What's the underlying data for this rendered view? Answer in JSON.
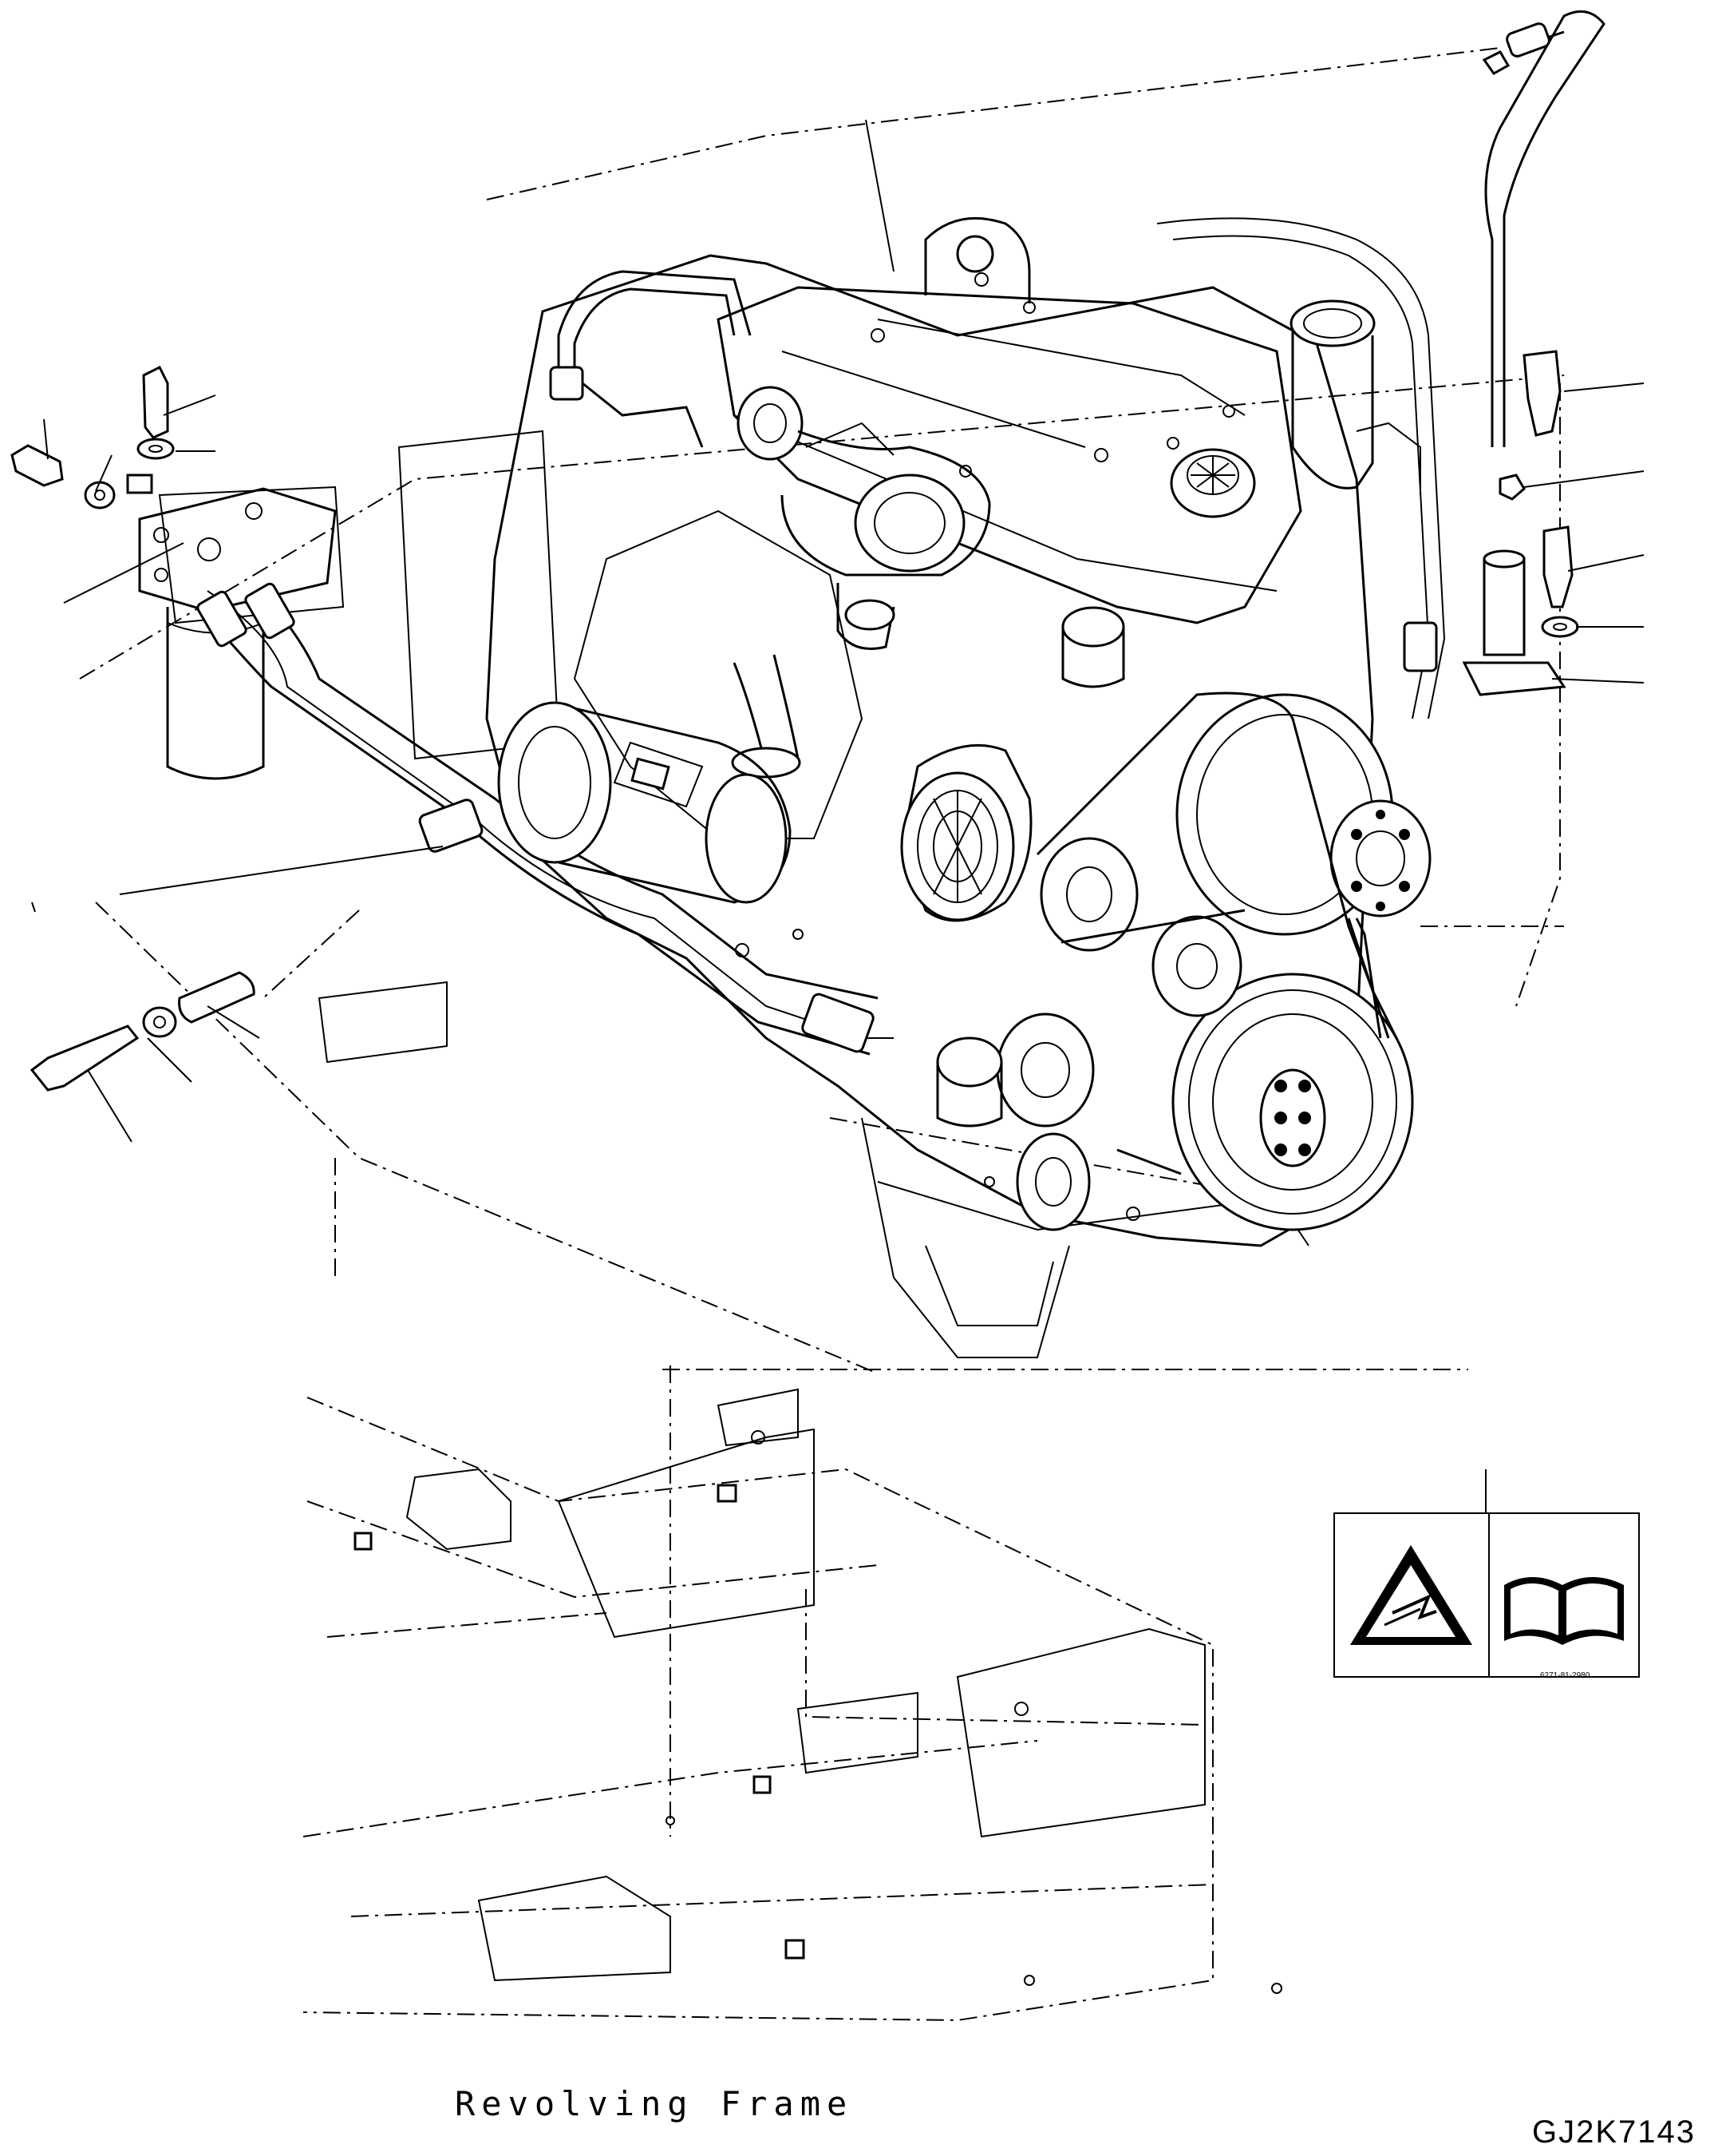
{
  "diagram": {
    "frame_caption": "Revolving Frame",
    "figure_code": "GJ2K7143",
    "decal": {
      "part_number": "6271-81-2980",
      "left_symbol": "warning-triangle-icon",
      "right_symbol": "manual-book-icon"
    },
    "colors": {
      "line": "#000000",
      "background": "#ffffff"
    }
  }
}
